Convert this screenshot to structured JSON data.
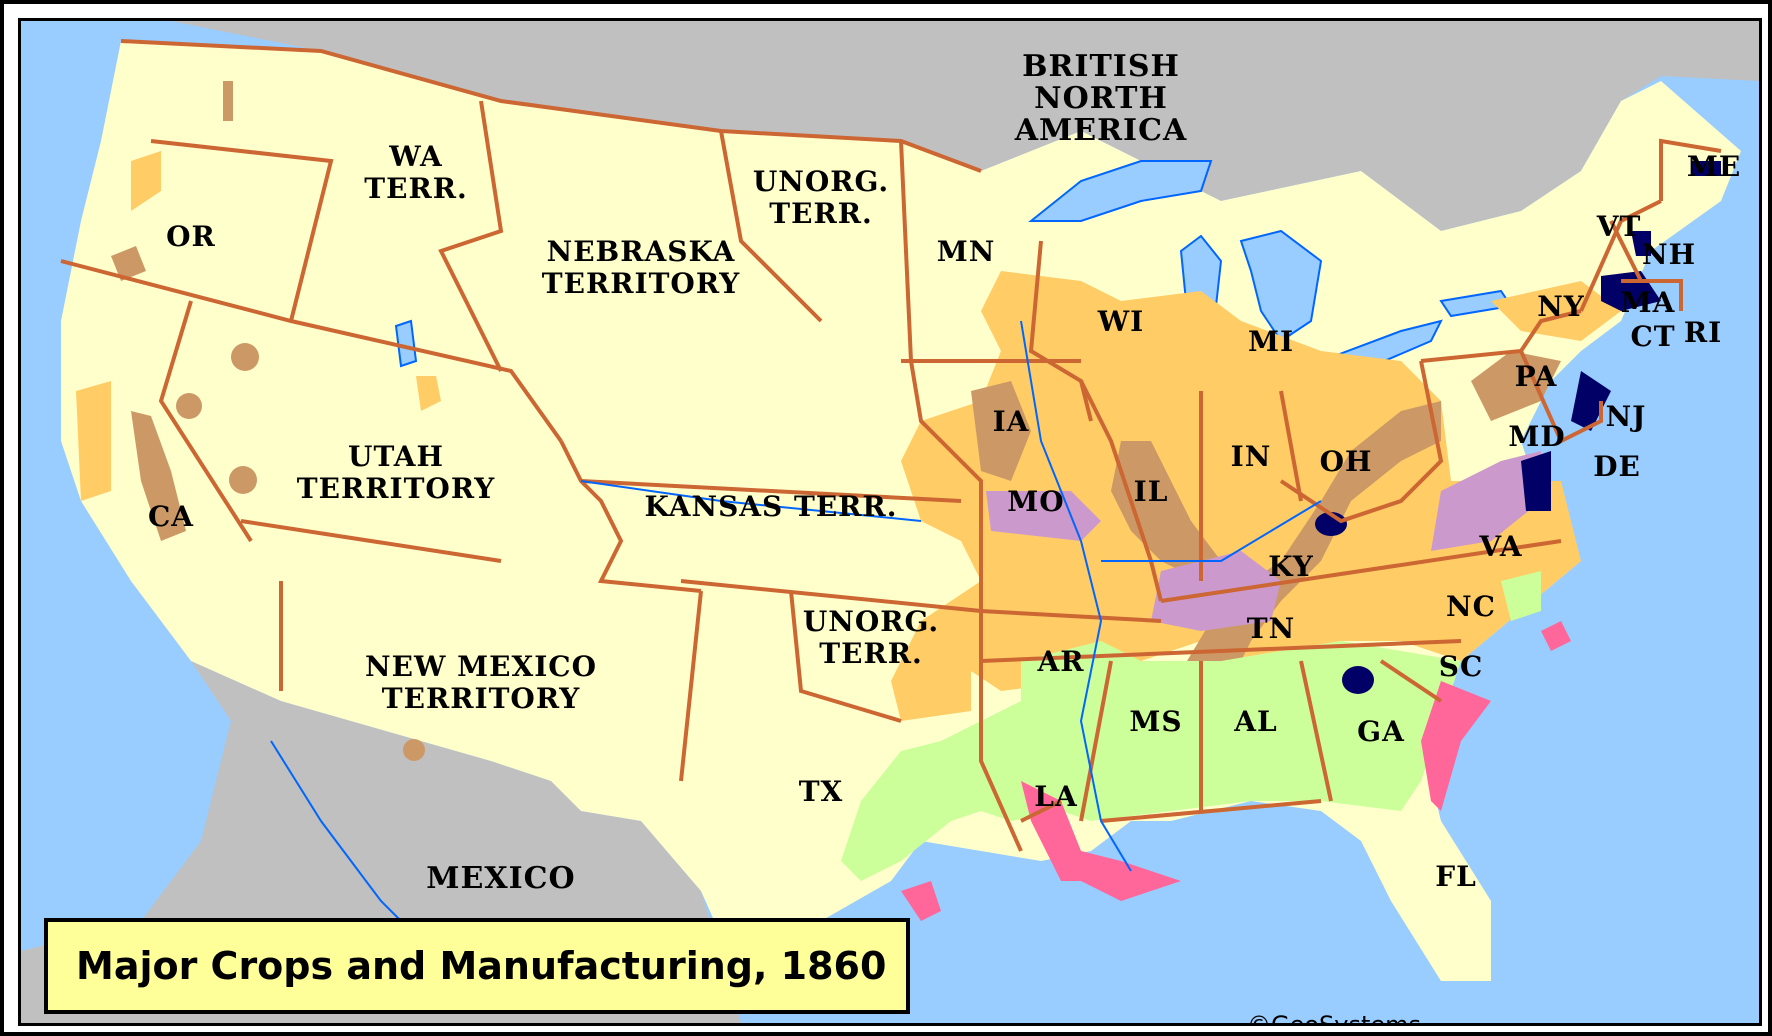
{
  "title": "Major Crops and Manufacturing, 1860",
  "credit": "©GeoSystems",
  "colors": {
    "ocean": "#99ccff",
    "foreign_land": "#c0c0c0",
    "us_land": "#ffffcc",
    "border": "#cc6633",
    "corn_wheat": "#ffcc66",
    "livestock": "#cc9966",
    "tobacco": "#cc99cc",
    "cotton": "#ccff99",
    "rice_sugar": "#ff6699",
    "manufacturing": "#000066",
    "water_lines": "#0066ff"
  },
  "labels": {
    "british_north_america": "BRITISH\nNORTH AMERICA",
    "mexico": "MEXICO",
    "wa": "WA\nTERR.",
    "or": "OR",
    "ca": "CA",
    "utah": "UTAH\nTERRITORY",
    "new_mexico": "NEW MEXICO\nTERRITORY",
    "nebraska": "NEBRASKA\nTERRITORY",
    "unorg_north": "UNORG.\nTERR.",
    "kansas": "KANSAS TERR.",
    "unorg_south": "UNORG.\nTERR.",
    "tx": "TX",
    "mn": "MN",
    "wi": "WI",
    "mi": "MI",
    "ia": "IA",
    "mo": "MO",
    "il": "IL",
    "in": "IN",
    "oh": "OH",
    "ky": "KY",
    "tn": "TN",
    "ar": "AR",
    "la": "LA",
    "ms": "MS",
    "al": "AL",
    "ga": "GA",
    "fl": "FL",
    "sc": "SC",
    "nc": "NC",
    "va": "VA",
    "md": "MD",
    "de": "DE",
    "nj": "NJ",
    "pa": "PA",
    "ny": "NY",
    "vt": "VT",
    "nh": "NH",
    "me": "ME",
    "ma": "MA",
    "ct": "CT",
    "ri": "RI"
  }
}
